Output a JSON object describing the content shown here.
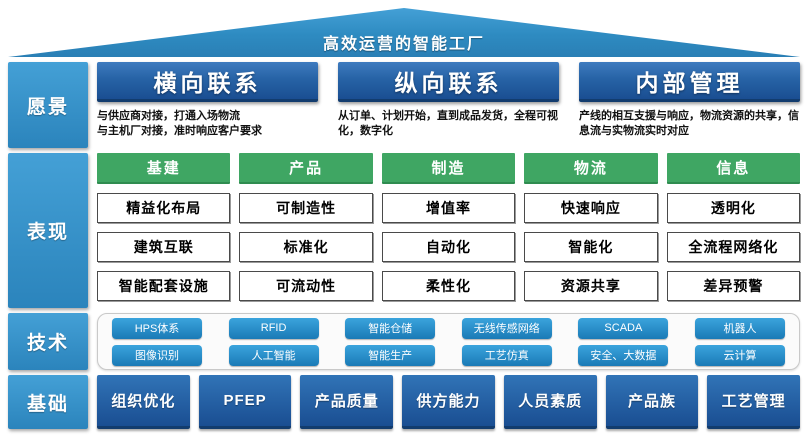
{
  "title": "高效运营的智能工厂",
  "colors": {
    "roof_blue": "#2E8BC1",
    "label_blue_top": "#44A0D6",
    "label_blue_bot": "#2B84BC",
    "navy_top": "#3E7BBF",
    "navy_bot": "#1A4E92",
    "navy_edge": "#123C6E",
    "green_header": "#3FA663",
    "green_edge": "#2F8C50",
    "pill_top": "#3BA4DD",
    "pill_bot": "#1A7AB6",
    "panel_border": "#C9C9C9",
    "panel_bg": "#FBFBFB",
    "box_border": "#4A4A4A"
  },
  "rows": {
    "vision": {
      "label": "愿景",
      "sections": [
        {
          "heading": "横向联系",
          "lines": [
            "与供应商对接，打通入场物流",
            "与主机厂对接，准时响应客户要求"
          ]
        },
        {
          "heading": "纵向联系",
          "lines": [
            "从订单、计划开始，直到成品发货，全程可视化，数字化",
            ""
          ]
        },
        {
          "heading": "内部管理",
          "lines": [
            "产线的相互支援与响应，物流资源的共享，信息流与实物流实时对应",
            ""
          ]
        }
      ]
    },
    "performance": {
      "label": "表现",
      "columns": [
        {
          "header": "基建",
          "items": [
            "精益化布局",
            "建筑互联",
            "智能配套设施"
          ]
        },
        {
          "header": "产品",
          "items": [
            "可制造性",
            "标准化",
            "可流动性"
          ]
        },
        {
          "header": "制造",
          "items": [
            "增值率",
            "自动化",
            "柔性化"
          ]
        },
        {
          "header": "物流",
          "items": [
            "快速响应",
            "智能化",
            "资源共享"
          ]
        },
        {
          "header": "信息",
          "items": [
            "透明化",
            "全流程网络化",
            "差异预警"
          ]
        }
      ]
    },
    "technology": {
      "label": "技术",
      "pill_rows": [
        [
          "HPS体系",
          "RFID",
          "智能仓储",
          "无线传感网络",
          "SCADA",
          "机器人"
        ],
        [
          "图像识别",
          "人工智能",
          "智能生产",
          "工艺仿真",
          "安全、大数据",
          "云计算"
        ]
      ]
    },
    "foundation": {
      "label": "基础",
      "items": [
        "组织优化",
        "PFEP",
        "产品质量",
        "供方能力",
        "人员素质",
        "产品族",
        "工艺管理"
      ]
    }
  }
}
